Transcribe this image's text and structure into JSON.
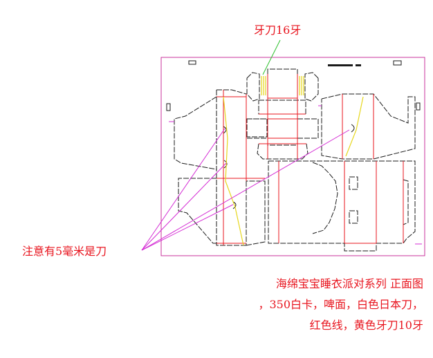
{
  "labels": {
    "serrated_knife": "牙刀16牙",
    "caution": "注意有5毫米是刀"
  },
  "notes": [
    "海绵宝宝睡衣派对系列  正面图",
    "，350白卡，啤面，白色日本刀，",
    "红色线，黄色牙刀10牙"
  ],
  "colors": {
    "cut_line": "#1a1a1a",
    "crease_line": "#e8141e",
    "serrated_line": "#e6d61a",
    "leader_magenta": "#d42bd4",
    "leader_green": "#2bbf2b",
    "border": "#c8329b",
    "text": "#e8141e"
  }
}
